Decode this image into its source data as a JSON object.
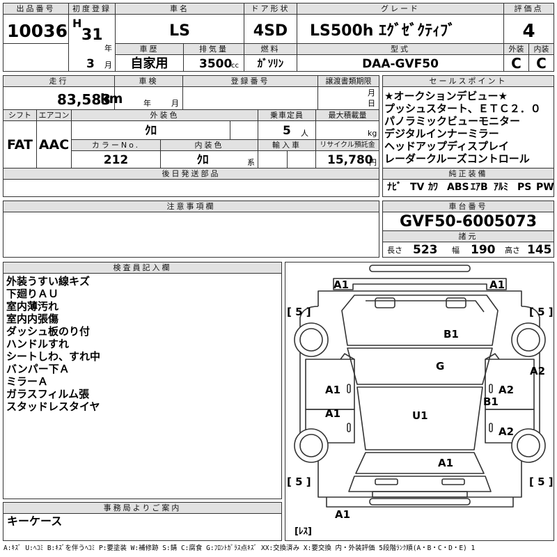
{
  "header": {
    "lot_label": "出品番号",
    "lot": "10036",
    "first_reg_label": "初度登録",
    "era": "H",
    "year": "31",
    "year_unit": "年",
    "month": "3",
    "month_unit": "月",
    "car_name_label": "車名",
    "car_name": "LS",
    "door_label": "ドア形状",
    "door": "4SD",
    "grade_label": "グレード",
    "grade": "LS500h ｴｸﾞｾﾞｸﾃｨﾌﾞ",
    "score_label": "評価点",
    "score": "4",
    "history_label": "車歴",
    "history": "自家用",
    "displacement_label": "排気量",
    "displacement": "3500",
    "displacement_unit": "cc",
    "fuel_label": "燃料",
    "fuel": "ｶﾞｿﾘﾝ",
    "model_label": "型式",
    "model": "DAA-GVF50",
    "exterior_label": "外装",
    "exterior": "C",
    "interior_label": "内装",
    "interior": "C"
  },
  "row2": {
    "mileage_label": "走行",
    "mileage": "83,583",
    "mileage_unit": "km",
    "inspection_label": "車検",
    "inspection_year_unit": "年",
    "inspection_month_unit": "月",
    "regno_label": "登録番号",
    "transfer_label": "譲渡書類期限",
    "transfer_month_unit": "月",
    "transfer_day_unit": "日"
  },
  "row3": {
    "shift_label": "シフト",
    "shift": "FAT",
    "aircon_label": "エアコン",
    "aircon": "AAC",
    "color_label": "外装色",
    "color": "ｸﾛ",
    "capacity_label": "乗車定員",
    "capacity": "5",
    "capacity_unit": "人",
    "load_label": "最大積載量",
    "load_unit": "kg",
    "colorno_label": "カラーNo.",
    "colorno": "212",
    "intcolor_label": "内装色",
    "intcolor": "ｸﾛ",
    "intcolor_unit": "系",
    "import_label": "輸入車",
    "recycle_label": "リサイクル預託金",
    "recycle": "15,780",
    "recycle_unit": "円",
    "later_parts_label": "後日発送部品"
  },
  "sales": {
    "label": "セールスポイント",
    "lines": [
      "★オークションデビュー★",
      "プッシュスタート、ＥＴＣ２．０",
      "パノラミックビューモニター",
      "デジタルインナーミラー",
      "ヘッドアップディスプレイ",
      "レーダークルーズコントロール"
    ]
  },
  "equipment": {
    "label": "純正装備",
    "items": [
      "ﾅﾋﾞ",
      "TV",
      "ｶﾜ",
      "ABS",
      "ｴｱB",
      "ｱﾙﾐ",
      "PS",
      "PW"
    ]
  },
  "notes_label": "注意事項欄",
  "chassis": {
    "label": "車台番号",
    "value": "GVF50-6005073",
    "specs_label": "諸元",
    "length_label": "長さ",
    "length": "523",
    "width_label": "幅",
    "width": "190",
    "height_label": "高さ",
    "height": "145"
  },
  "inspector": {
    "label": "検査員記入欄",
    "lines": [
      "外装うすい線キズ",
      "下廻りＡＵ",
      "室内薄汚れ",
      "室内内張傷",
      "ダッシュ板のり付",
      "ハンドルすれ",
      "シートしわ、すれ中",
      "バンパー下Ａ",
      "ミラーＡ",
      "ガラスフィルム張",
      "スタッドレスタイヤ"
    ]
  },
  "office": {
    "label": "事務局よりご案内",
    "text": "キーケース"
  },
  "diagram": {
    "marks": {
      "front_left": "A1",
      "front_right": "A1",
      "hood": "B1",
      "windshield": "G",
      "left_front_door": "A1",
      "left_rear_door": "A1",
      "right_front_door": "A2",
      "right_pillar": "B1",
      "right_rear_door": "A2",
      "right_fender": "A2",
      "roof": "U1",
      "trunk": "A1",
      "rear_bumper": "A1"
    },
    "tire_tl": "[ 5 ]",
    "tire_tr": "[ 5 ]",
    "tire_bl": "[ 5 ]",
    "tire_br": "[ 5 ]",
    "spare": "[ﾚｽ]"
  },
  "legend": "A:ｷｽﾞ U:ﾍｺﾐ B:ｷｽﾞを伴うﾍｺﾐ P:要塗装 W:補修跡 S:錆 C:腐食 G:ﾌﾛﾝﾄｶﾞﾗｽ点ｷｽﾞ XX:交換済み X:要交換 内・外装評価 5段階ﾗﾝｸ順(A・B・C・D・E) 1"
}
